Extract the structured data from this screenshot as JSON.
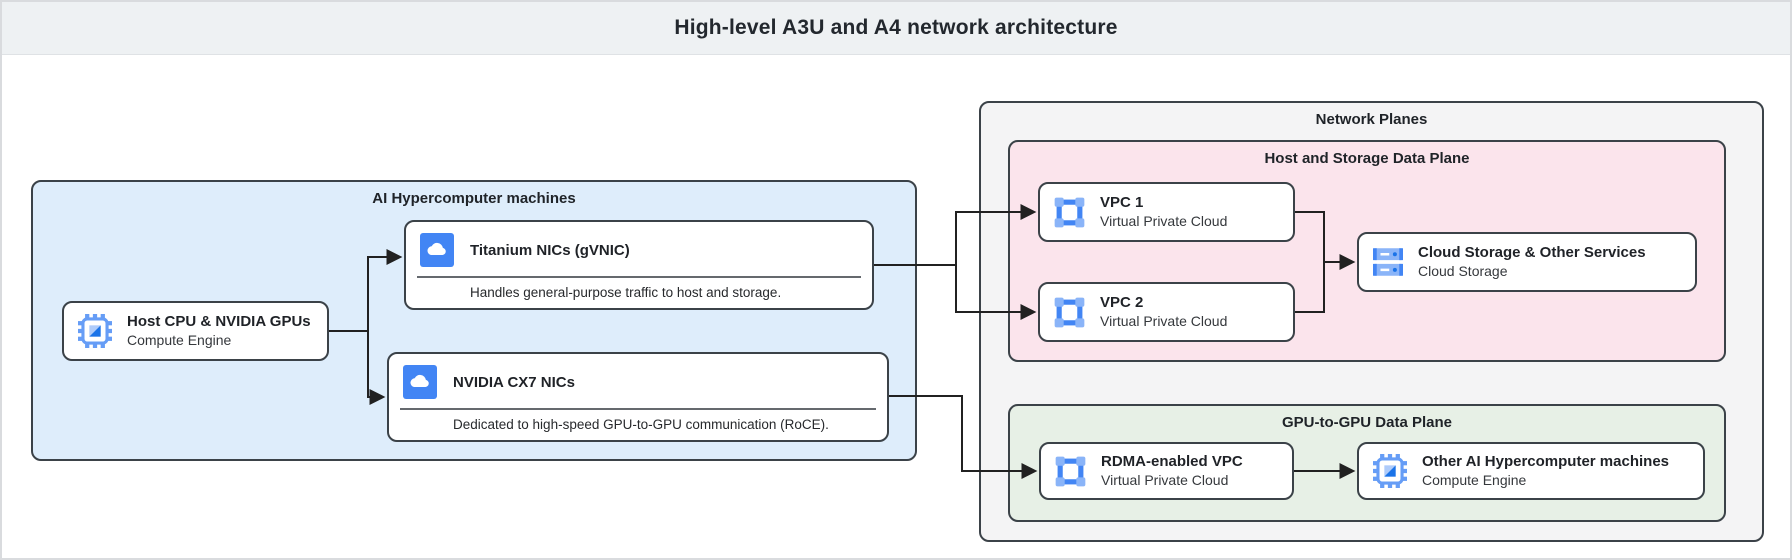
{
  "header": {
    "title": "High-level A3U and A4 network architecture"
  },
  "groups": {
    "hypercomputer": {
      "title": "AI Hypercomputer machines"
    },
    "network_planes": {
      "title": "Network Planes"
    },
    "host_storage_plane": {
      "title": "Host and Storage Data Plane"
    },
    "gpu_plane": {
      "title": "GPU-to-GPU Data Plane"
    }
  },
  "nodes": {
    "host_cpu": {
      "title": "Host CPU & NVIDIA GPUs",
      "subtitle": "Compute Engine",
      "icon": "compute-engine-icon"
    },
    "titanium_nic": {
      "title": "Titanium NICs (gVNIC)",
      "description": "Handles general-purpose traffic to host and storage.",
      "icon": "cloud-nic-icon"
    },
    "cx7_nic": {
      "title": "NVIDIA CX7 NICs",
      "description": "Dedicated to high-speed GPU-to-GPU communication (RoCE).",
      "icon": "cloud-nic-icon"
    },
    "vpc1": {
      "title": "VPC 1",
      "subtitle": "Virtual Private Cloud",
      "icon": "vpc-icon"
    },
    "vpc2": {
      "title": "VPC 2",
      "subtitle": "Virtual Private Cloud",
      "icon": "vpc-icon"
    },
    "cloud_storage": {
      "title": "Cloud Storage & Other Services",
      "subtitle": "Cloud Storage",
      "icon": "cloud-storage-icon"
    },
    "rdma_vpc": {
      "title": "RDMA-enabled VPC",
      "subtitle": "Virtual Private Cloud",
      "icon": "vpc-icon"
    },
    "other_machines": {
      "title": "Other AI Hypercomputer machines",
      "subtitle": "Compute Engine",
      "icon": "compute-engine-icon"
    }
  },
  "colors": {
    "accent_blue": "#4285f4",
    "light_blue_icon": "#8ab4f8",
    "dark_blue_icon": "#1a73e8",
    "hypercomputer_fill": "#deedfb",
    "network_planes_fill": "#f4f4f5",
    "host_storage_fill": "#fbe4ec",
    "gpu_plane_fill": "#e7f0e6",
    "header_fill": "#eef1f3",
    "box_border": "#3b4248",
    "connector": "#212121"
  }
}
